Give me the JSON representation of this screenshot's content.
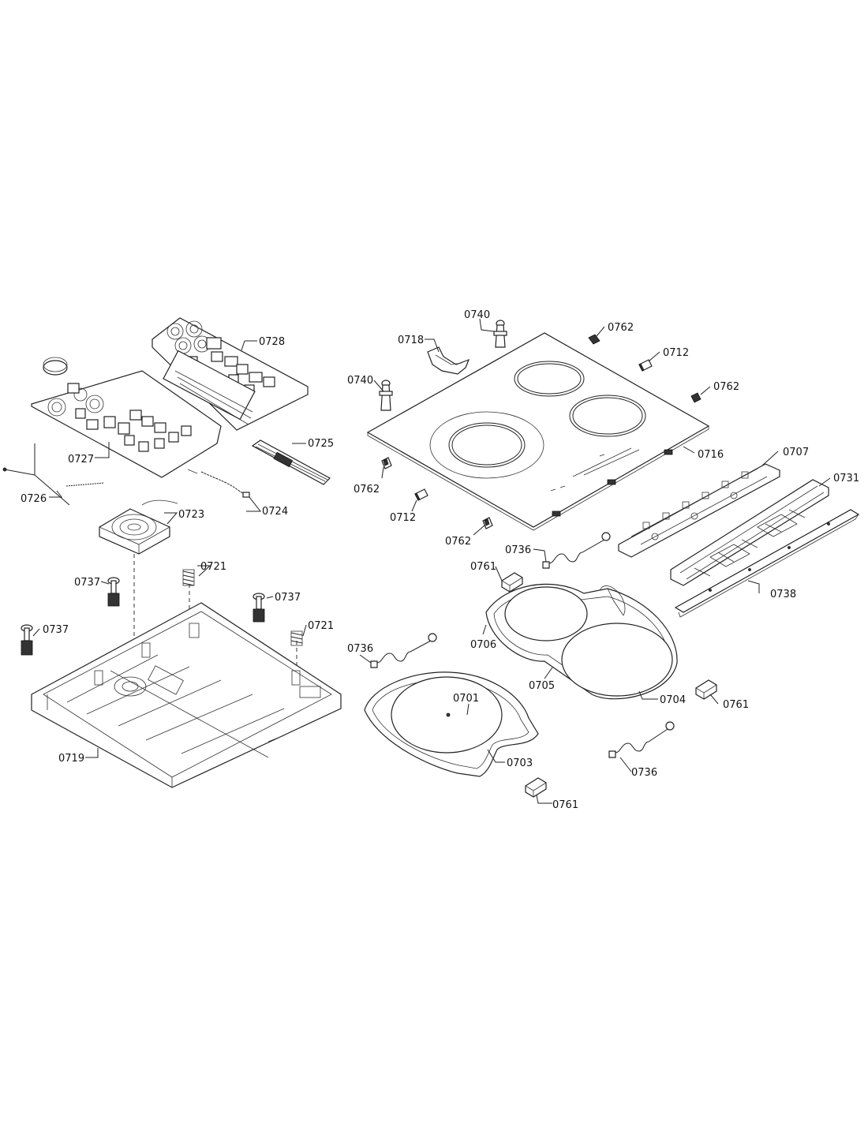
{
  "colors": {
    "line": "#222222",
    "background": "#ffffff",
    "text": "#111111"
  },
  "parts": [
    {
      "id": "p0728",
      "label": "0728"
    },
    {
      "id": "p0727",
      "label": "0727"
    },
    {
      "id": "p0725",
      "label": "0725"
    },
    {
      "id": "p0726",
      "label": "0726"
    },
    {
      "id": "p0724",
      "label": "0724"
    },
    {
      "id": "p0723",
      "label": "0723"
    },
    {
      "id": "p0721a",
      "label": "0721"
    },
    {
      "id": "p0737a",
      "label": "0737"
    },
    {
      "id": "p0737b",
      "label": "0737"
    },
    {
      "id": "p0721b",
      "label": "0721"
    },
    {
      "id": "p0737c",
      "label": "0737"
    },
    {
      "id": "p0719",
      "label": "0719"
    },
    {
      "id": "p0740a",
      "label": "0740"
    },
    {
      "id": "p0718",
      "label": "0718"
    },
    {
      "id": "p0762a",
      "label": "0762"
    },
    {
      "id": "p0712a",
      "label": "0712"
    },
    {
      "id": "p0740b",
      "label": "0740"
    },
    {
      "id": "p0762b",
      "label": "0762"
    },
    {
      "id": "p0716",
      "label": "0716"
    },
    {
      "id": "p0762c",
      "label": "0762"
    },
    {
      "id": "p0707",
      "label": "0707"
    },
    {
      "id": "p0731",
      "label": "0731"
    },
    {
      "id": "p0712b",
      "label": "0712"
    },
    {
      "id": "p0762d",
      "label": "0762"
    },
    {
      "id": "p0736a",
      "label": "0736"
    },
    {
      "id": "p0761a",
      "label": "0761"
    },
    {
      "id": "p0738",
      "label": "0738"
    },
    {
      "id": "p0706",
      "label": "0706"
    },
    {
      "id": "p0736b",
      "label": "0736"
    },
    {
      "id": "p0701",
      "label": "0701"
    },
    {
      "id": "p0705",
      "label": "0705"
    },
    {
      "id": "p0704",
      "label": "0704"
    },
    {
      "id": "p0761b",
      "label": "0761"
    },
    {
      "id": "p0703",
      "label": "0703"
    },
    {
      "id": "p0736c",
      "label": "0736"
    },
    {
      "id": "p0761c",
      "label": "0761"
    }
  ]
}
